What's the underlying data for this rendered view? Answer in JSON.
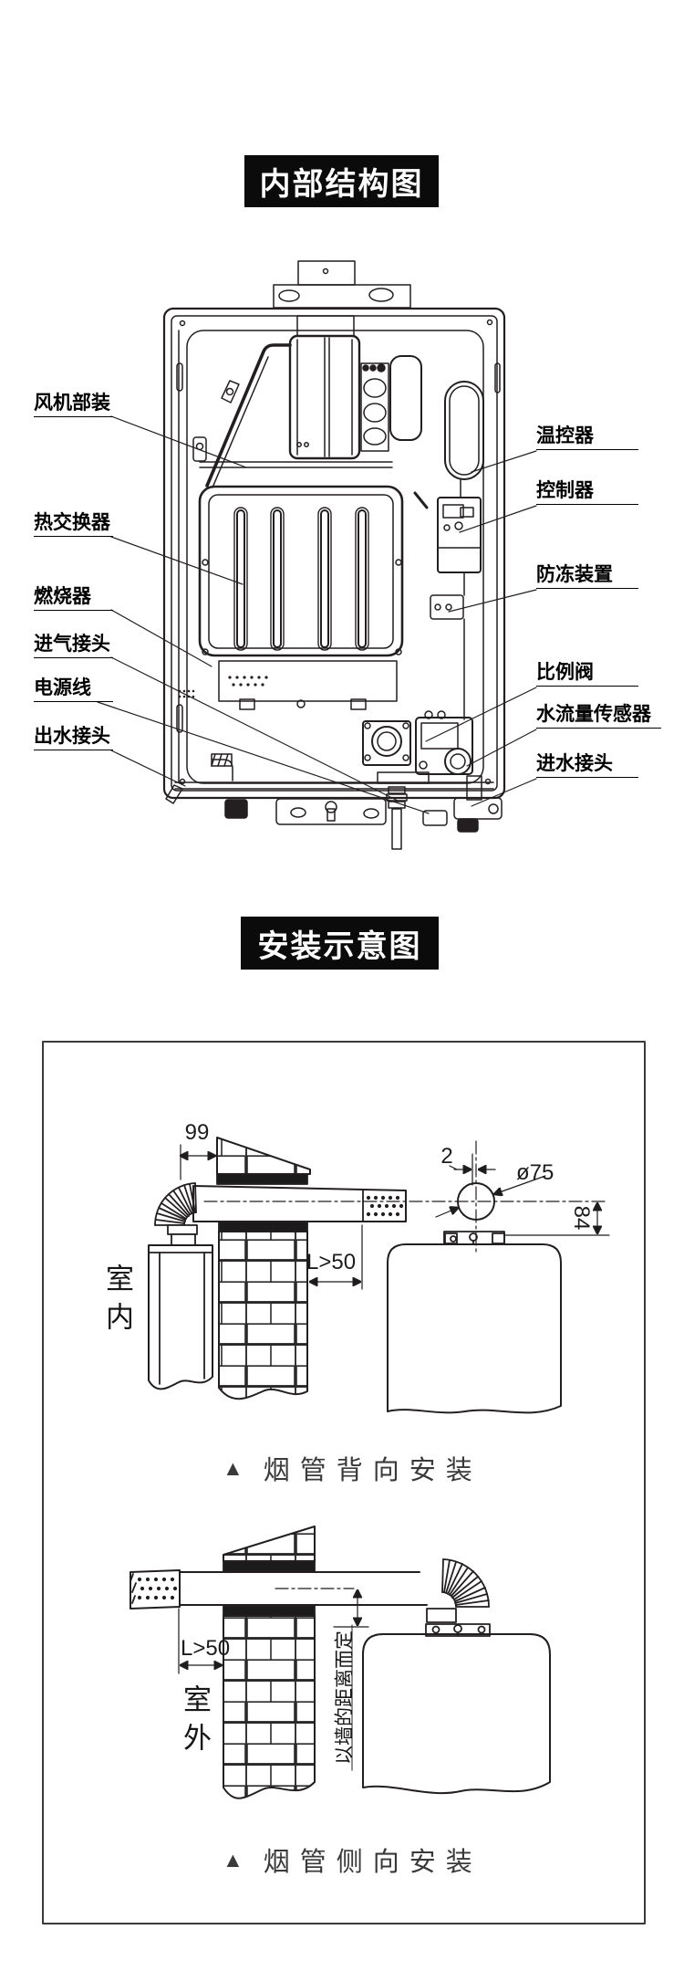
{
  "colors": {
    "ink": "#231f20",
    "title_bg": "#0b0b0b",
    "title_fg": "#ffffff",
    "caption": "#3a3a3a"
  },
  "section_internal": {
    "title": "内部结构图",
    "labels_left": [
      {
        "text": "风机部装"
      },
      {
        "text": "热交换器"
      },
      {
        "text": "燃烧器"
      },
      {
        "text": "进气接头"
      },
      {
        "text": "电源线"
      },
      {
        "text": "出水接头"
      }
    ],
    "labels_right": [
      {
        "text": "温控器"
      },
      {
        "text": "控制器"
      },
      {
        "text": "防冻装置"
      },
      {
        "text": "比例阀"
      },
      {
        "text": "水流量传感器"
      },
      {
        "text": "进水接头"
      }
    ]
  },
  "section_install": {
    "title": "安装示意图",
    "back_install": {
      "dim_99": "99",
      "dim_2": "2",
      "dim_dia": "ø75",
      "dim_84": "84",
      "dim_l50": "L>50",
      "room": "室内",
      "marker": "▲",
      "caption": "烟管背向安装"
    },
    "side_install": {
      "dim_l50": "L>50",
      "wall_note": "以墙的距离而定",
      "room": "室外",
      "marker": "▲",
      "caption": "烟管侧向安装"
    }
  }
}
